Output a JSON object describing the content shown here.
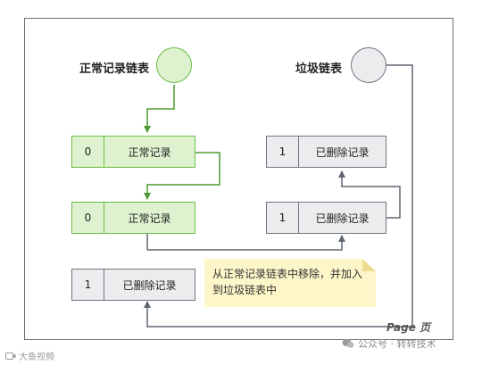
{
  "diagram": {
    "normal_list_label": "正常记录链表",
    "garbage_list_label": "垃圾链表",
    "records": [
      {
        "id": "normal-record-1",
        "num": "0",
        "text": "正常记录"
      },
      {
        "id": "normal-record-2",
        "num": "0",
        "text": "正常记录"
      },
      {
        "id": "deleted-record-moving",
        "num": "1",
        "text": "已删除记录"
      },
      {
        "id": "garbage-record-top",
        "num": "1",
        "text": "已删除记录"
      },
      {
        "id": "garbage-record-middle",
        "num": "1",
        "text": "已删除记录"
      }
    ],
    "note_text": "从正常记录链表中移除，并加入到垃圾链表中",
    "page_label": "Page 页",
    "colors": {
      "normal_fill": "#dff2cf",
      "normal_stroke": "#6bbd45",
      "garbage_fill": "#ececee",
      "garbage_stroke": "#6f7682",
      "note_fill": "#fcf6c8"
    }
  },
  "watermarks": {
    "right": "公众号 · 转转技术",
    "right_icon": "wechat-icon",
    "left": "大鱼视频",
    "left_icon": "video-icon"
  }
}
